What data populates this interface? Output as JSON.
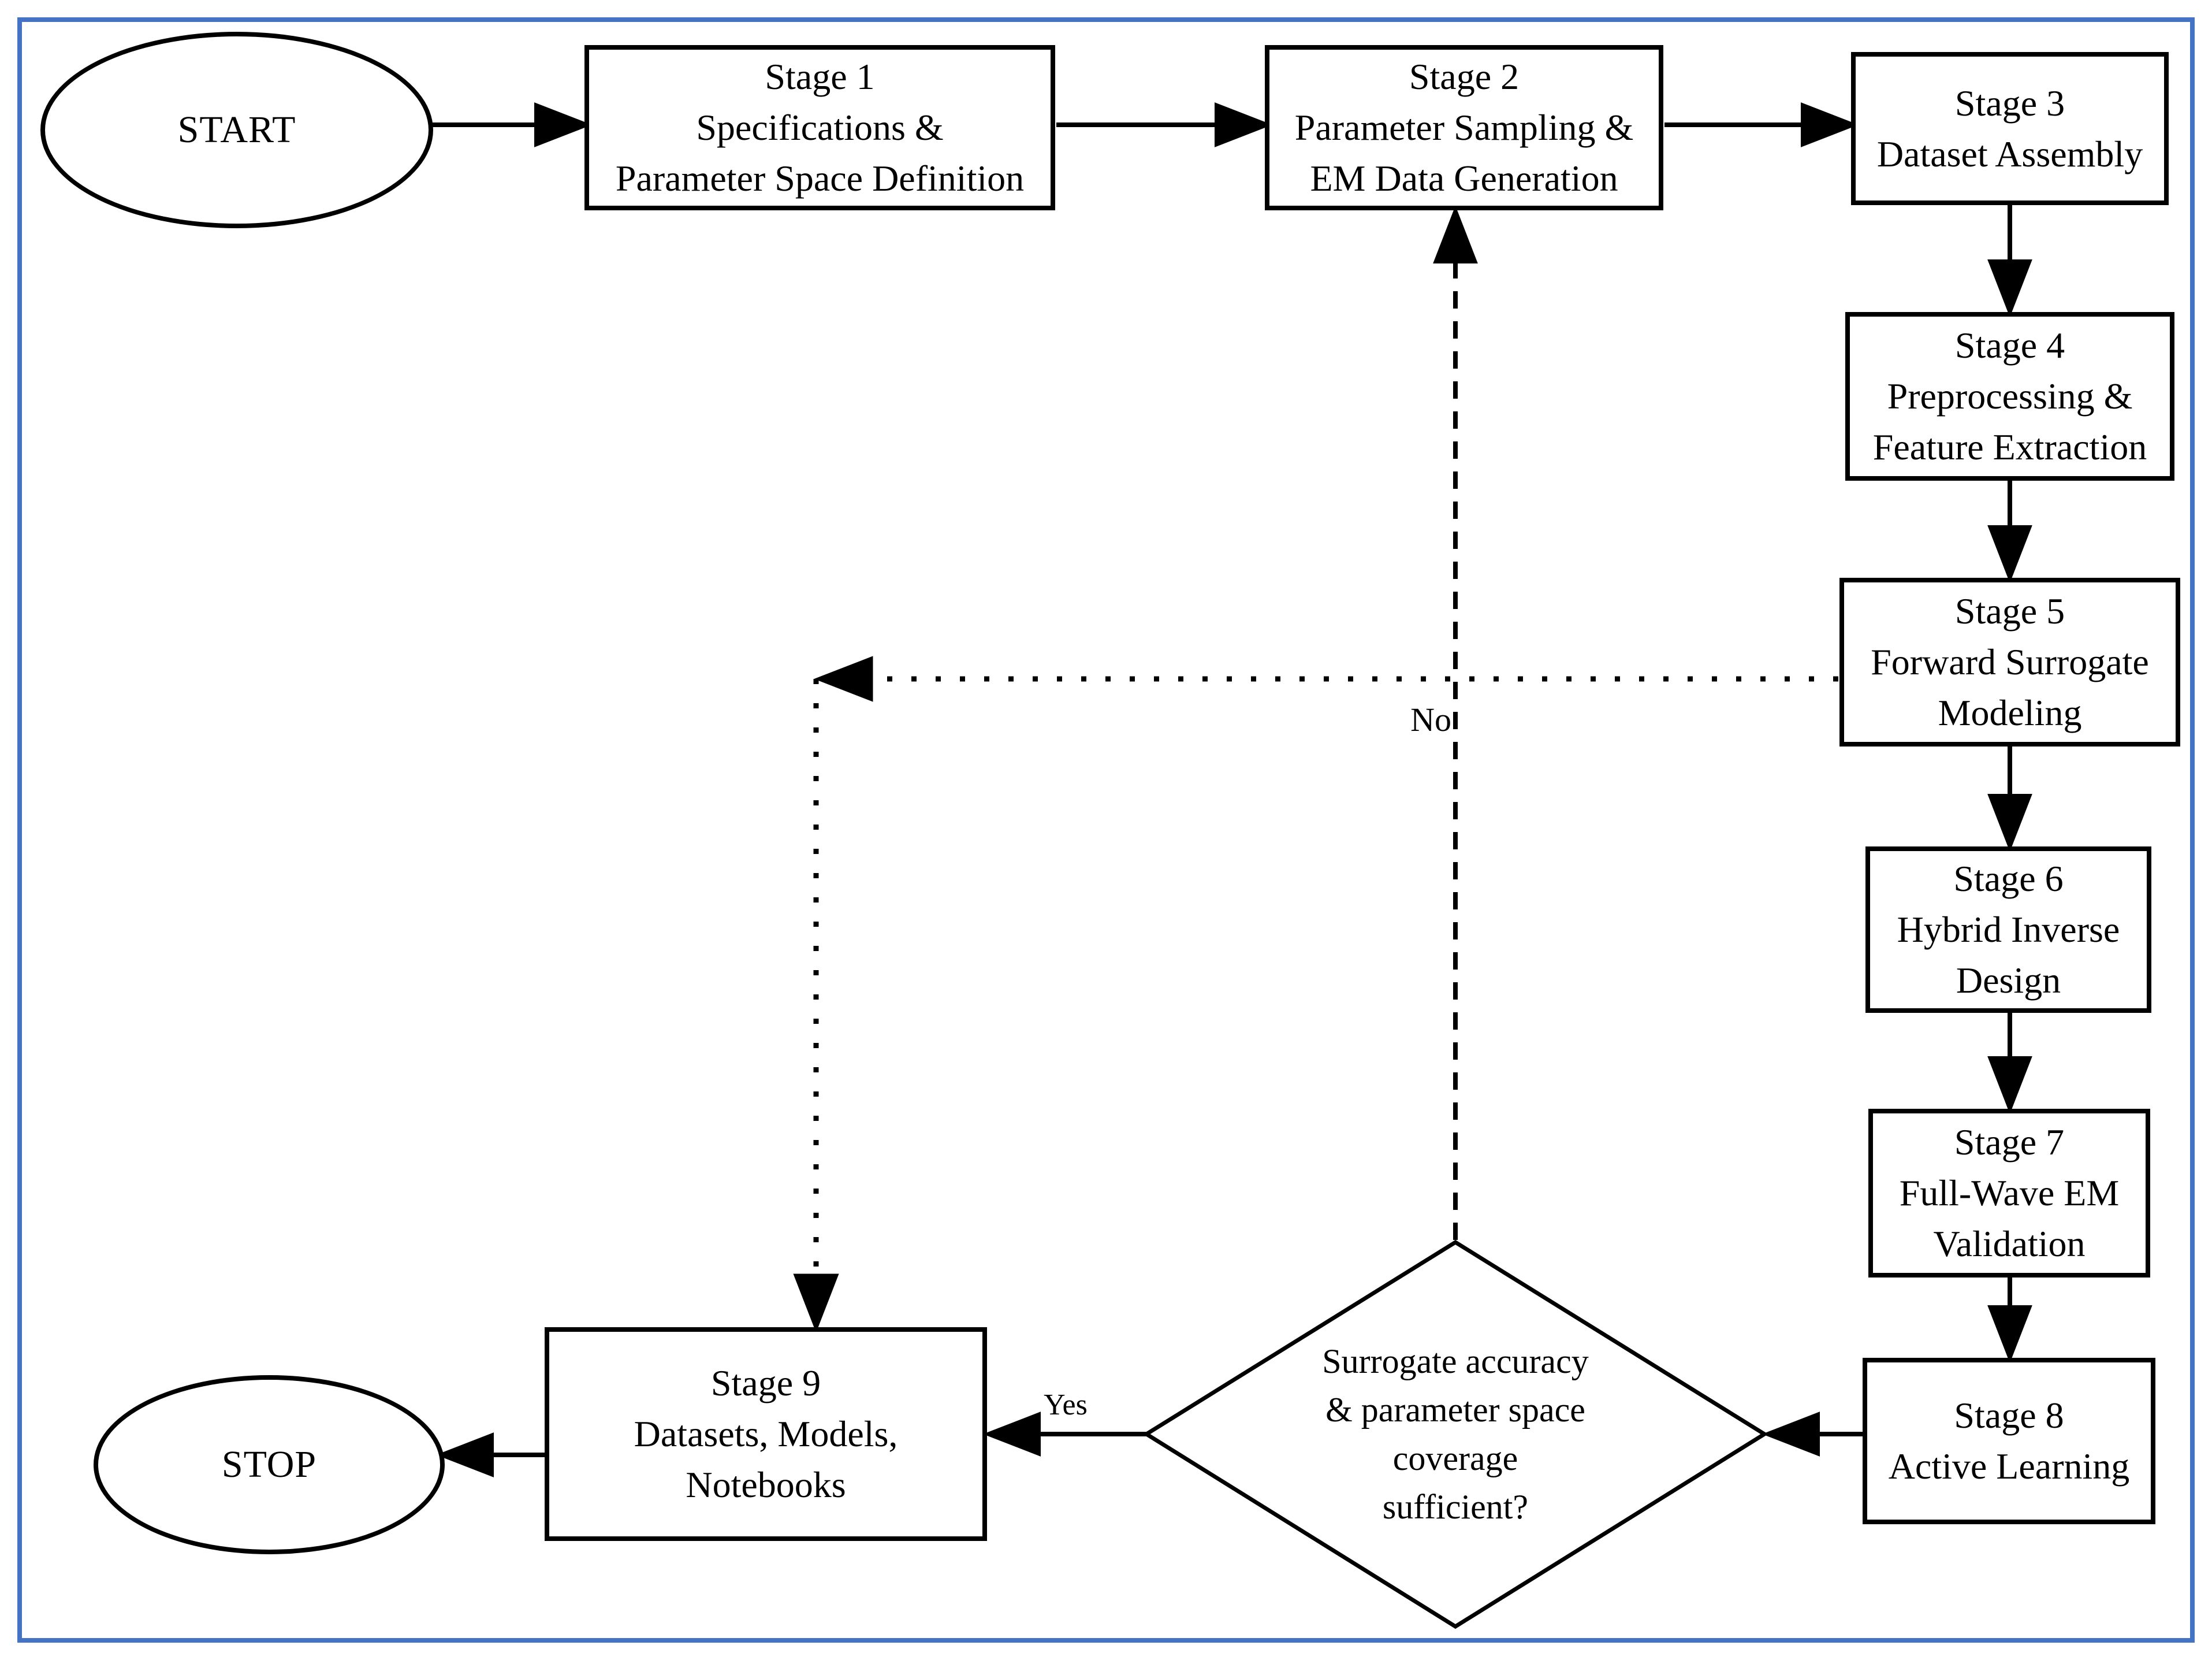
{
  "flow": {
    "start": {
      "label": "START"
    },
    "stop": {
      "label": "STOP"
    },
    "stages": [
      {
        "name": "Stage 1",
        "lines": [
          "Stage 1",
          "Specifications &",
          "Parameter Space Definition"
        ]
      },
      {
        "name": "Stage 2",
        "lines": [
          "Stage 2",
          "Parameter Sampling &",
          "EM Data Generation"
        ]
      },
      {
        "name": "Stage 3",
        "lines": [
          "Stage 3",
          "Dataset Assembly"
        ]
      },
      {
        "name": "Stage 4",
        "lines": [
          "Stage 4",
          "Preprocessing &",
          "Feature Extraction"
        ]
      },
      {
        "name": "Stage 5",
        "lines": [
          "Stage 5",
          "Forward Surrogate",
          "Modeling"
        ]
      },
      {
        "name": "Stage 6",
        "lines": [
          "Stage 6",
          "Hybrid Inverse",
          "Design"
        ]
      },
      {
        "name": "Stage 7",
        "lines": [
          "Stage 7",
          "Full-Wave EM",
          "Validation"
        ]
      },
      {
        "name": "Stage 8",
        "lines": [
          "Stage 8",
          "Active Learning"
        ]
      },
      {
        "name": "Stage 9",
        "lines": [
          "Stage 9",
          "Datasets, Models,",
          "Notebooks"
        ]
      }
    ],
    "decision": {
      "lines": [
        "Surrogate accuracy",
        "& parameter space",
        "coverage",
        "sufficient?"
      ]
    },
    "labels": {
      "yes": "Yes",
      "no": "No"
    },
    "colors": {
      "frame_border": "#4472C4",
      "shape_stroke": "#000000",
      "shape_fill": "#FFFFFF",
      "text": "#000000"
    }
  }
}
